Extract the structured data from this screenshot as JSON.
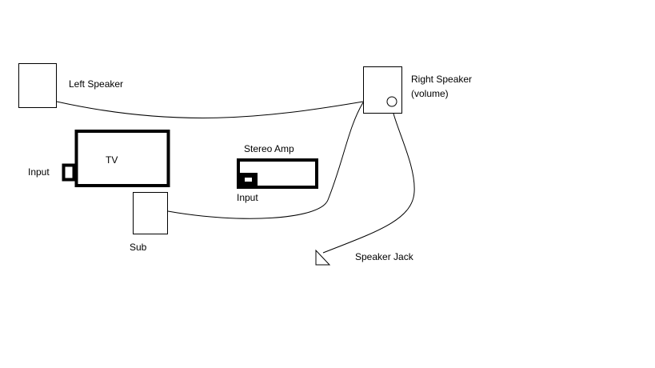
{
  "labels": {
    "left_speaker": "Left Speaker",
    "right_speaker": "Right Speaker",
    "right_speaker_note": "(volume)",
    "tv": "TV",
    "tv_input": "Input",
    "stereo_amp": "Stereo Amp",
    "amp_input": "Input",
    "sub": "Sub",
    "speaker_jack": "Speaker Jack"
  },
  "colors": {
    "stroke": "#000000",
    "background": "#ffffff"
  }
}
